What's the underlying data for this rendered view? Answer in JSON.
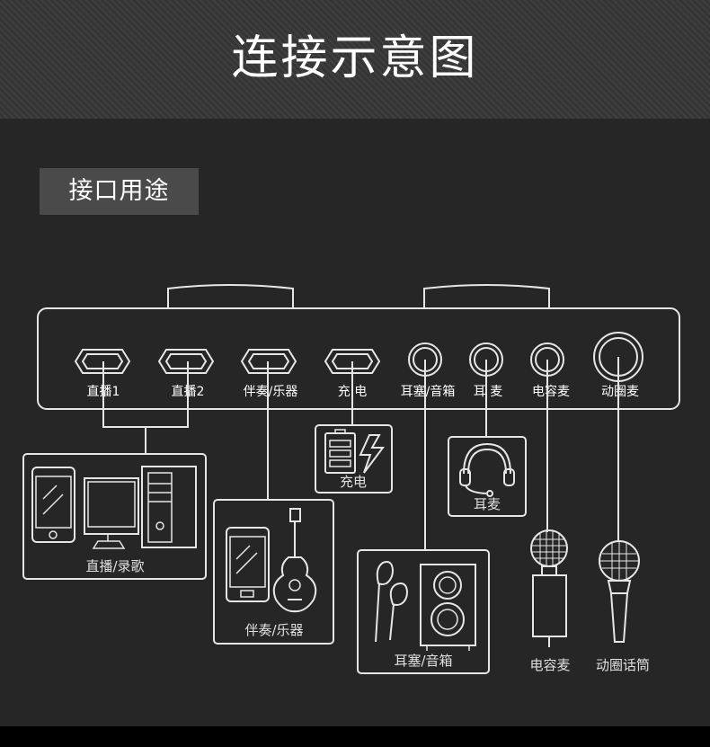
{
  "title": "连接示意图",
  "section_label": "接口用途",
  "ports": [
    {
      "label": "直播1"
    },
    {
      "label": "直播2"
    },
    {
      "label": "伴奏/乐器"
    },
    {
      "label": "充 电"
    },
    {
      "label": "耳塞/音箱"
    },
    {
      "label": "耳 麦"
    },
    {
      "label": "电容麦"
    },
    {
      "label": "动圈麦"
    }
  ],
  "devices": {
    "live_record": "直播/录歌",
    "accompaniment": "伴奏/乐器",
    "charging": "充电",
    "headset": "耳麦",
    "earphone_speaker": "耳塞/音箱",
    "condenser_mic": "电容麦",
    "dynamic_mic": "动圈话筒"
  },
  "colors": {
    "background": "#262626",
    "header": "#353535",
    "line": "#e6e6e6",
    "label_box": "#4a4a4a"
  }
}
